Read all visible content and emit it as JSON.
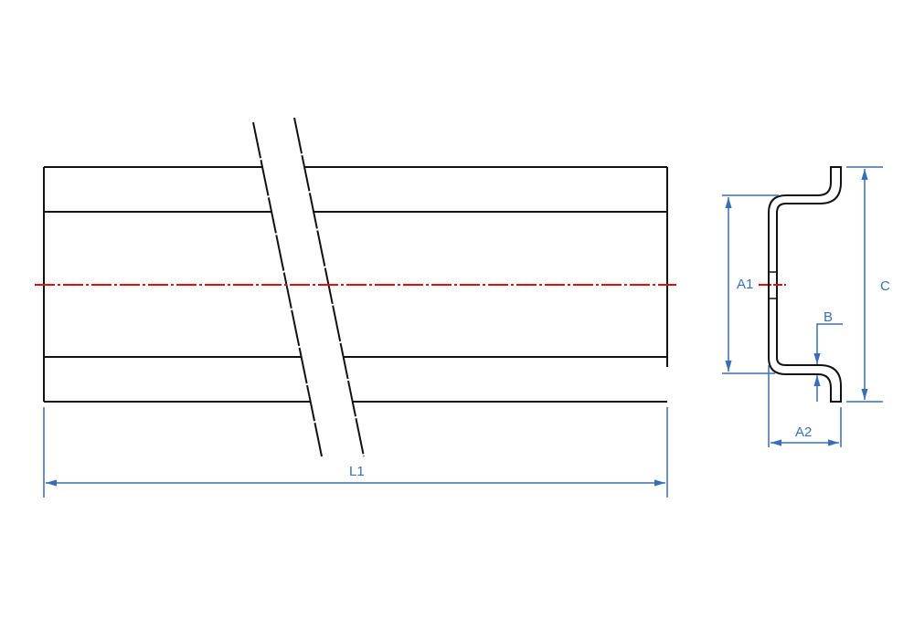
{
  "drawing": {
    "labels": {
      "length": "L1",
      "inner_height": "A1",
      "depth": "A2",
      "thickness": "B",
      "overall_height": "C"
    }
  },
  "colors": {
    "outline": "#111111",
    "dimension": "#3b6db4",
    "centerline": "#e01010"
  }
}
